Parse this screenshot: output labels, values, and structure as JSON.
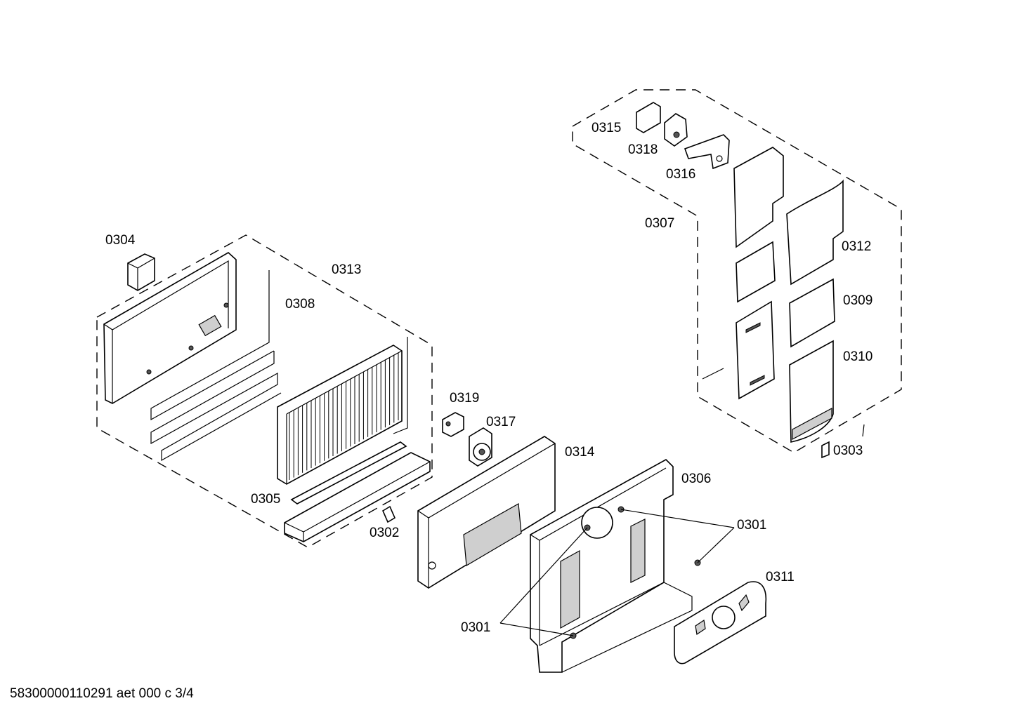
{
  "labels": {
    "p0315": "0315",
    "p0318": "0318",
    "p0316": "0316",
    "p0307": "0307",
    "p0312": "0312",
    "p0309": "0309",
    "p0310": "0310",
    "p0303": "0303",
    "p0304": "0304",
    "p0313": "0313",
    "p0308": "0308",
    "p0319": "0319",
    "p0317": "0317",
    "p0314": "0314",
    "p0306": "0306",
    "p0305": "0305",
    "p0302": "0302",
    "p0301a": "0301",
    "p0311": "0311",
    "p0301b": "0301"
  },
  "footer": "58300000110291 aet 000 c 3/4"
}
